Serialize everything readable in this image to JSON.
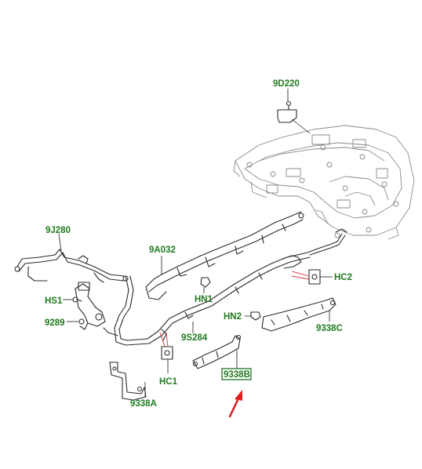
{
  "labels": {
    "l_9d220": "9D220",
    "l_9j280": "9J280",
    "l_9a032": "9A032",
    "l_hc2": "HC2",
    "l_hs1": "HS1",
    "l_hn1": "HN1",
    "l_9289": "9289",
    "l_hn2": "HN2",
    "l_9s284": "9S284",
    "l_9338c": "9338C",
    "l_9338b": "9338B",
    "l_hc1": "HC1",
    "l_9338a": "9338A"
  },
  "colors": {
    "label_green": "#1f7a1f",
    "highlight_box": "#2e7d32",
    "arrow_red": "#e02020"
  },
  "highlighted_part": "9338B"
}
